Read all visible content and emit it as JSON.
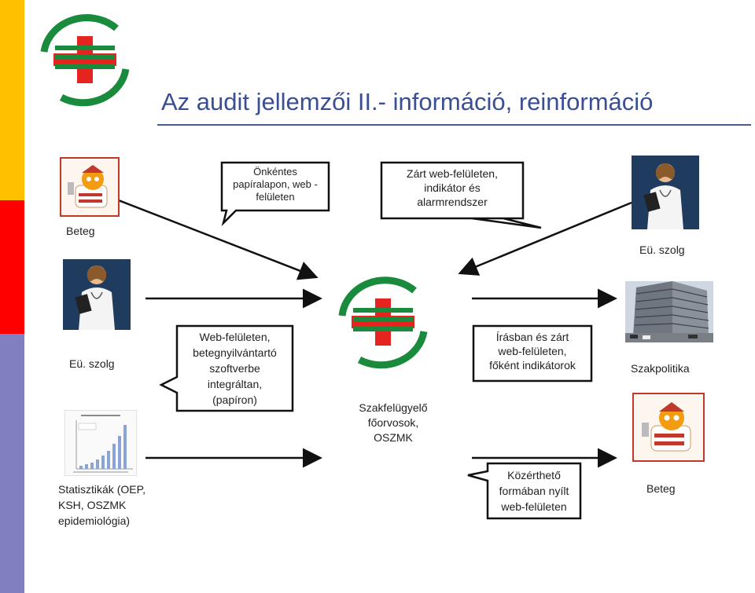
{
  "slide": {
    "title": "Az audit jellemzői II.- információ, reinformáció"
  },
  "labels": {
    "beteg_top": "Beteg",
    "eu_szolg_right": "Eü. szolg",
    "eu_szolg_left": "Eü. szolg",
    "szakpolitika": "Szakpolitika",
    "szakfelugyelo": [
      "Szakfelügyelő",
      "főorvosok,",
      "OSZMK"
    ],
    "statisztikak": [
      "Statisztikák (OEP,",
      "KSH, OSZMK",
      "epidemiológia)"
    ],
    "beteg_bottom": "Beteg"
  },
  "callouts": {
    "onkentes": [
      "Önkéntes",
      "papíralapon, web -",
      "felületen"
    ],
    "zart": [
      "Zárt web-felületen,",
      "indikátor és",
      "alarmrendszer"
    ],
    "webfeluleten": [
      "Web-felületen,",
      "betegnyilvántartó",
      "szoftverbe",
      "integráltan,",
      "(papíron)"
    ],
    "irasban": [
      "Írásban és zárt",
      "web-felületen,",
      "főként indikátorok"
    ],
    "kozertheto": [
      "Közérthető",
      "formában nyílt",
      "web-felületen"
    ]
  },
  "colors": {
    "accent_blue": "#3a4f93",
    "stripe_yellow": "#ffc000",
    "stripe_red": "#ff0000",
    "stripe_purple": "#8080c0",
    "logo_green": "#1a8a3c",
    "logo_red": "#e52420"
  },
  "icons": [
    "logo-cross-icon",
    "patient-garfield-icon",
    "doctor-icon",
    "hospital-building-icon",
    "statistics-chart-icon"
  ]
}
